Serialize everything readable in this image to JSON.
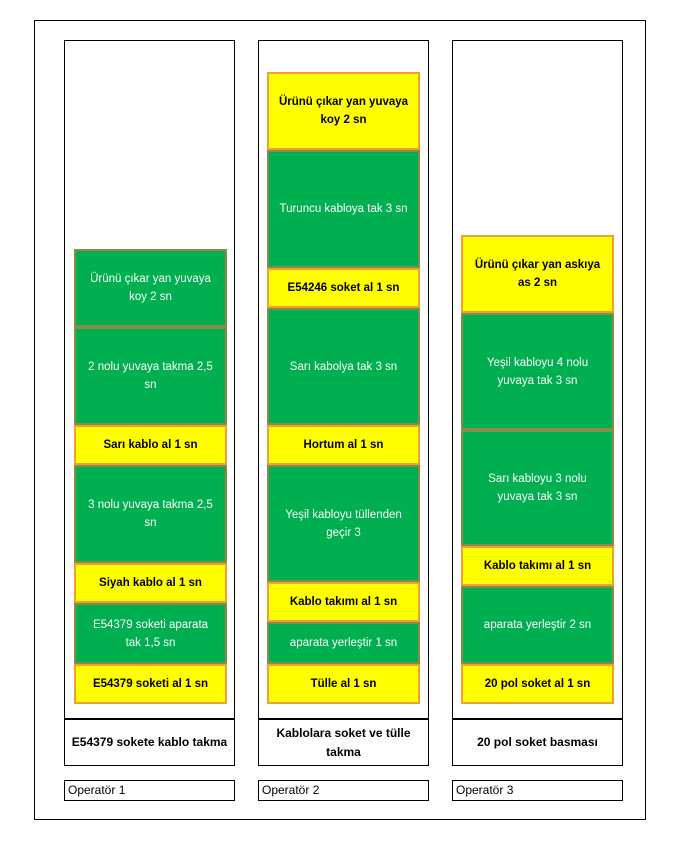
{
  "operators": [
    {
      "title": "E54379 sokete kablo takma",
      "label": "Operatör 1",
      "tasks": [
        {
          "text": "Ürünü çıkar yan yuvaya koy 2 sn",
          "kind": "green"
        },
        {
          "text": "2 nolu yuvaya takma 2,5 sn",
          "kind": "green"
        },
        {
          "text": "Sarı kablo al 1 sn",
          "kind": "yellow"
        },
        {
          "text": "3 nolu yuvaya takma 2,5 sn",
          "kind": "green"
        },
        {
          "text": "Siyah kablo al 1 sn",
          "kind": "yellow"
        },
        {
          "text": "E54379 soketi aparata tak 1,5 sn",
          "kind": "green"
        },
        {
          "text": "E54379 soketi al 1 sn",
          "kind": "yellow"
        }
      ]
    },
    {
      "title": "Kablolara soket ve tülle takma",
      "label": "Operatör 2",
      "tasks": [
        {
          "text": "Ürünü çıkar yan yuvaya koy 2 sn",
          "kind": "yellow"
        },
        {
          "text": "Turuncu kabloya tak 3 sn",
          "kind": "green"
        },
        {
          "text": "E54246 soket al 1 sn",
          "kind": "yellow"
        },
        {
          "text": "Sarı kabolya tak 3 sn",
          "kind": "green"
        },
        {
          "text": "Hortum al 1 sn",
          "kind": "yellow"
        },
        {
          "text": "Yeşil kabloyu tüllenden geçir 3",
          "kind": "green"
        },
        {
          "text": "Kablo takımı al 1 sn",
          "kind": "yellow"
        },
        {
          "text": "aparata yerleştir 1 sn",
          "kind": "green"
        },
        {
          "text": "Tülle al 1 sn",
          "kind": "yellow"
        }
      ]
    },
    {
      "title": "20 pol soket basması",
      "label": "Operatör 3",
      "tasks": [
        {
          "text": "Ürünü çıkar yan askıya as 2 sn",
          "kind": "yellow"
        },
        {
          "text": "Yeşil kabloyu 4 nolu yuvaya tak 3 sn",
          "kind": "green"
        },
        {
          "text": "Sarı kabloyu 3 nolu yuvaya tak 3 sn",
          "kind": "green"
        },
        {
          "text": "Kablo takımı al 1 sn",
          "kind": "yellow"
        },
        {
          "text": "aparata yerleştir 2 sn",
          "kind": "green"
        },
        {
          "text": "20 pol soket al 1 sn",
          "kind": "yellow"
        }
      ]
    }
  ]
}
